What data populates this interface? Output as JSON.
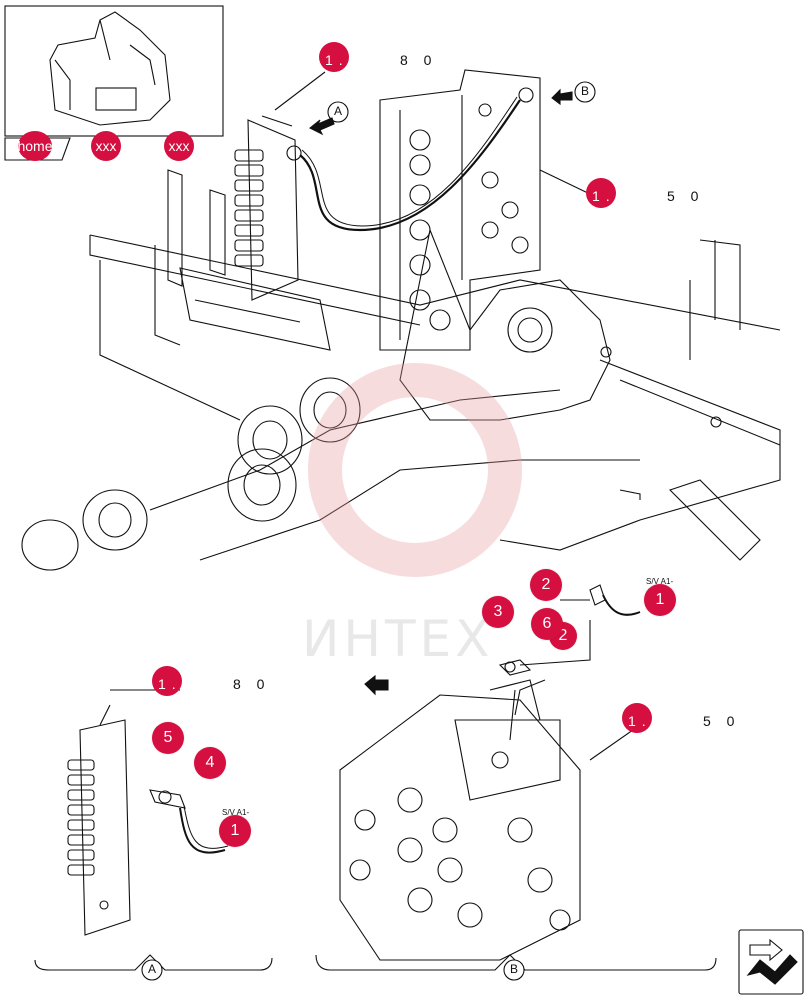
{
  "thumbnail": {
    "home_label": "home",
    "nav1_label": "xxx",
    "nav2_label": "xxx"
  },
  "references": [
    {
      "dot": "1.080",
      "rest": "8 0"
    },
    {
      "dot": "1.050",
      "rest": "5 0"
    },
    {
      "dot": "1.080",
      "rest": "8 0"
    },
    {
      "dot": "1.050",
      "rest": "5 0"
    }
  ],
  "view_markers": {
    "a": "A",
    "b": "B"
  },
  "callouts": [
    {
      "label": "1"
    },
    {
      "label": "2"
    },
    {
      "label": "3"
    },
    {
      "label": "6"
    },
    {
      "label": "1"
    },
    {
      "label": "5"
    },
    {
      "label": "4"
    },
    {
      "label": "1"
    }
  ],
  "callout_partial_2": "2",
  "small_text": {
    "sva1_top": "S/V A1-",
    "sva1_bottom": "S/V A1-"
  },
  "watermark": "ИНТЕХ",
  "colors": {
    "hotspot": "#d50f3f",
    "line": "#111111",
    "watermark": "#f3c4c4"
  },
  "icons": {
    "back": "return-arrow-icon"
  }
}
